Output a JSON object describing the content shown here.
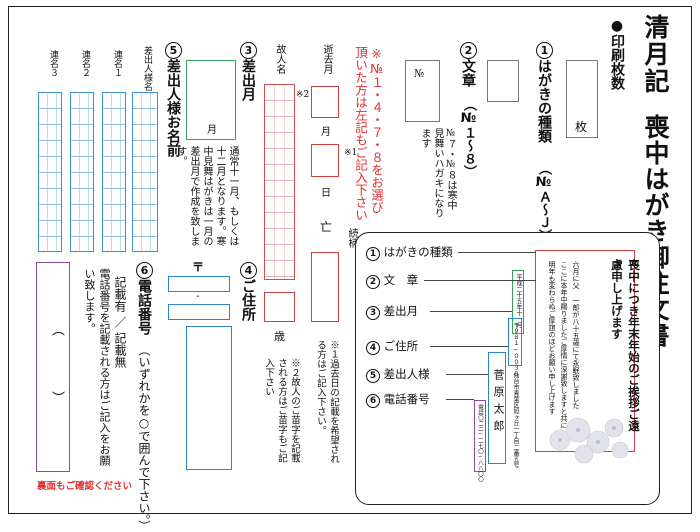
{
  "title": {
    "brand": "清月記",
    "main": "喪中はがき御注文書"
  },
  "sections": {
    "print_count": {
      "label": "印刷枚数",
      "unit": "枚"
    },
    "card_type": {
      "num": "1",
      "label": "はがきの種類",
      "range": "（№Ａ～Ｊ）"
    },
    "text": {
      "num": "2",
      "label": "文章",
      "range": "（№１～８）",
      "box_prefix": "№",
      "note": "№７・№８は寒中見舞いハガキになります",
      "red_note": "※№１・４・７・８をお選び頂いた方は左記もご記入下さい"
    },
    "month": {
      "num": "3",
      "label": "差出月",
      "unit": "月",
      "note": "通常十一月、もしくは十二月となります。寒中見舞はがきは一月の差出月で作成を致します。"
    },
    "address": {
      "num": "4",
      "label": "ご住所",
      "postal_mark": "〒",
      "dash": "-"
    },
    "sender": {
      "num": "5",
      "label": "差出人様お名前",
      "col_headers": [
        "差出人様名",
        "連名１",
        "連名２",
        "連名３"
      ]
    },
    "phone": {
      "num": "6",
      "label": "電話番号",
      "instruction": "（いずれかを○で囲んで下さい。）",
      "option_yes": "記載有",
      "slash": "／",
      "option_no": "記載無",
      "note": "電話番号を記載される方はご記入をお願い致します。",
      "paren_open": "（",
      "paren_close": "）"
    },
    "deceased": {
      "col_death": "逝去月",
      "col_name": "故人名",
      "col_relation": "続柄",
      "mark1": "※1",
      "mark2": "※2",
      "unit_month": "月",
      "unit_day": "日",
      "unit_death": "亡",
      "unit_age": "歳",
      "note1": "※１過去日の記載を希望される方はご記入下さい。",
      "note2": "※２故人のご苗字を記載される方はご苗字もご記入下さい"
    }
  },
  "footer_note": "裏面もご確認ください",
  "sample": {
    "legend": [
      {
        "num": "1",
        "label": "はがきの種類"
      },
      {
        "num": "2",
        "label": "文　章"
      },
      {
        "num": "3",
        "label": "差出月"
      },
      {
        "num": "4",
        "label": "ご住所"
      },
      {
        "num": "5",
        "label": "差出人様"
      },
      {
        "num": "6",
        "label": "電話番号"
      }
    ],
    "heading": "喪中につき年末年始のご挨拶ご遠慮申し上げます",
    "body_lines": [
      "六月に父 一郎が八十五歳にて永眠致しました",
      "ここに本年中賜りましたご厚情に深謝致しますと共に",
      "明年も変わらぬご厚誼のほどお願い申し上げます"
    ],
    "date": "平成二十五年十一月",
    "postal": "〒９８１−００３５",
    "address": "仙台市青葉区旭ヶ丘一丁目二番五号",
    "name": "菅原太郎",
    "phone": "電話〇二二−二七〇−八八〇〇"
  },
  "colors": {
    "green": "#3aa35a",
    "red": "#d04040",
    "blue": "#2a86c8",
    "purple": "#8c4aa0",
    "note_red": "#e03030"
  }
}
